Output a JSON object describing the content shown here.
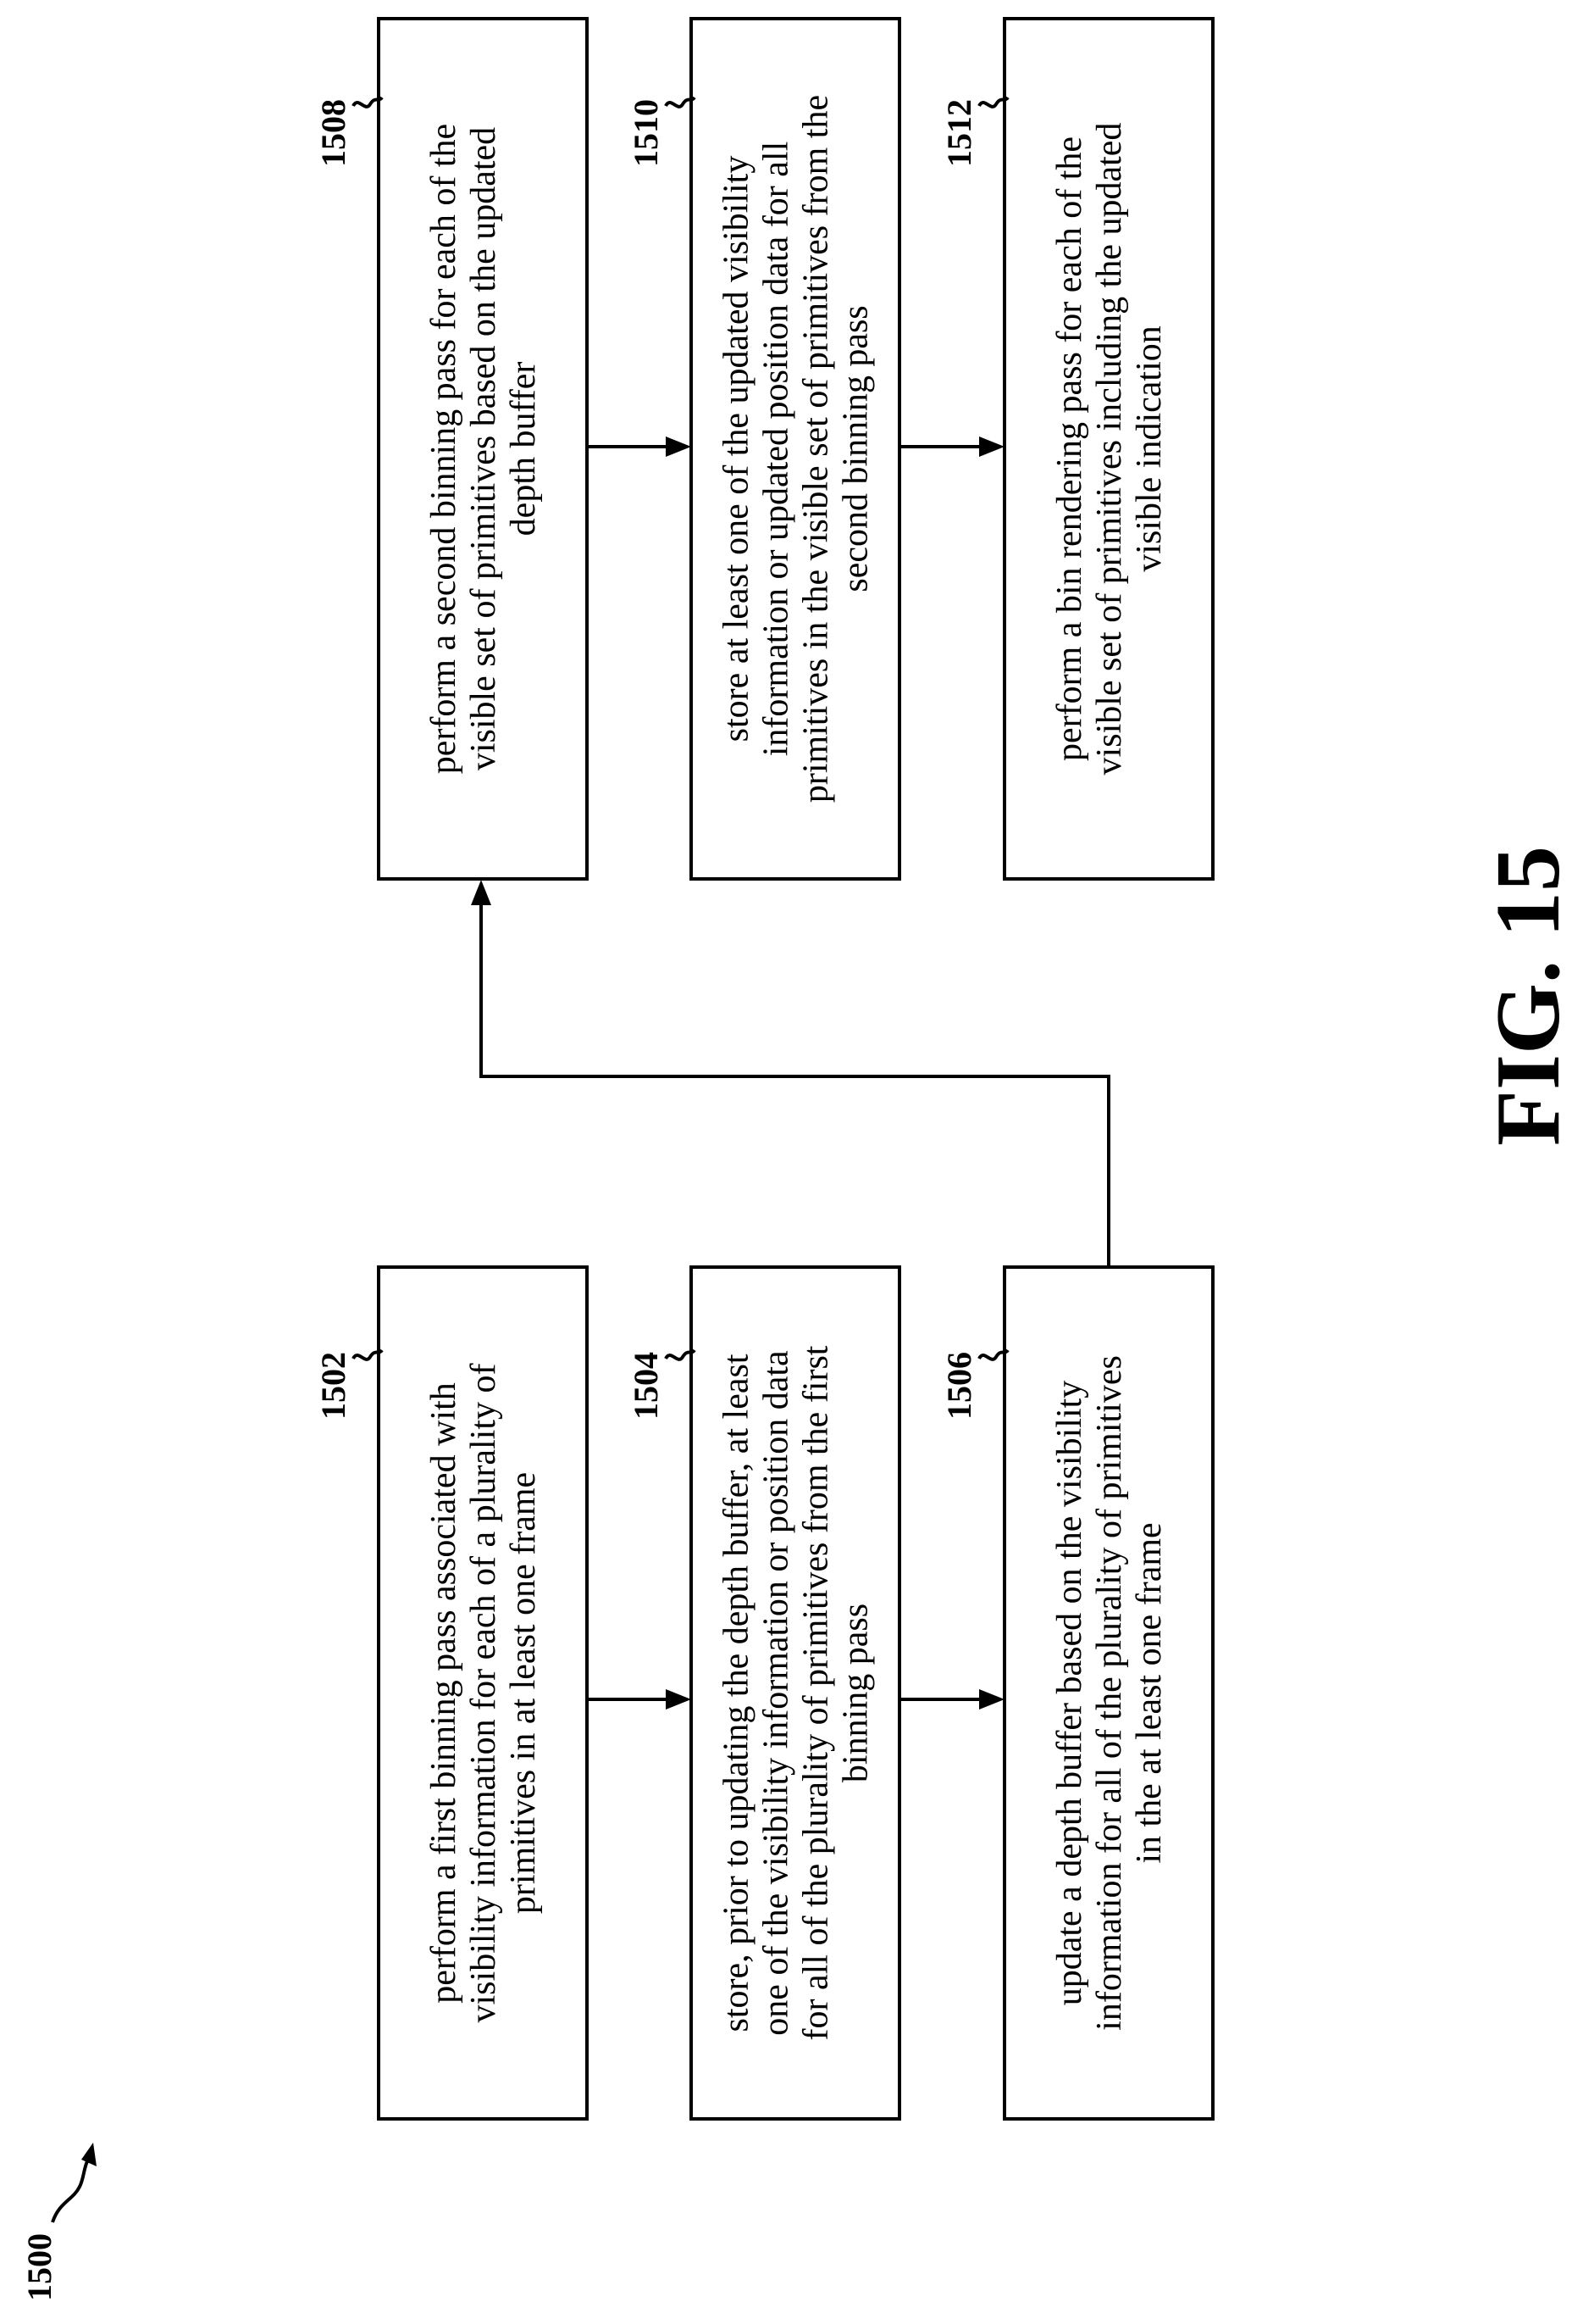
{
  "figure": {
    "label": "FIG. 15",
    "reference": "1500"
  },
  "steps": [
    {
      "ref": "1502",
      "lines": [
        "perform a first binning pass associated with",
        "visibility information for each of a plurality of",
        "primitives in at least one frame"
      ]
    },
    {
      "ref": "1504",
      "lines": [
        "store, prior to updating the depth buffer, at least",
        "one of the visibility information or position data",
        "for all of the plurality of primitives from the first",
        "binning pass"
      ]
    },
    {
      "ref": "1506",
      "lines": [
        "update a depth buffer based on the visibility",
        "information for all of the plurality of primitives",
        "in the at least one frame"
      ]
    },
    {
      "ref": "1508",
      "lines": [
        "perform a second binning pass for each of the",
        "visible set of primitives based on the updated",
        "depth buffer"
      ]
    },
    {
      "ref": "1510",
      "lines": [
        "store at least one of the updated visibility",
        "information or updated position data for all",
        "primitives in the visible set of primitives from the",
        "second binning pass"
      ]
    },
    {
      "ref": "1512",
      "lines": [
        "perform a bin rendering pass for each of the",
        "visible set of primitives including the updated",
        "visible indication"
      ]
    }
  ]
}
